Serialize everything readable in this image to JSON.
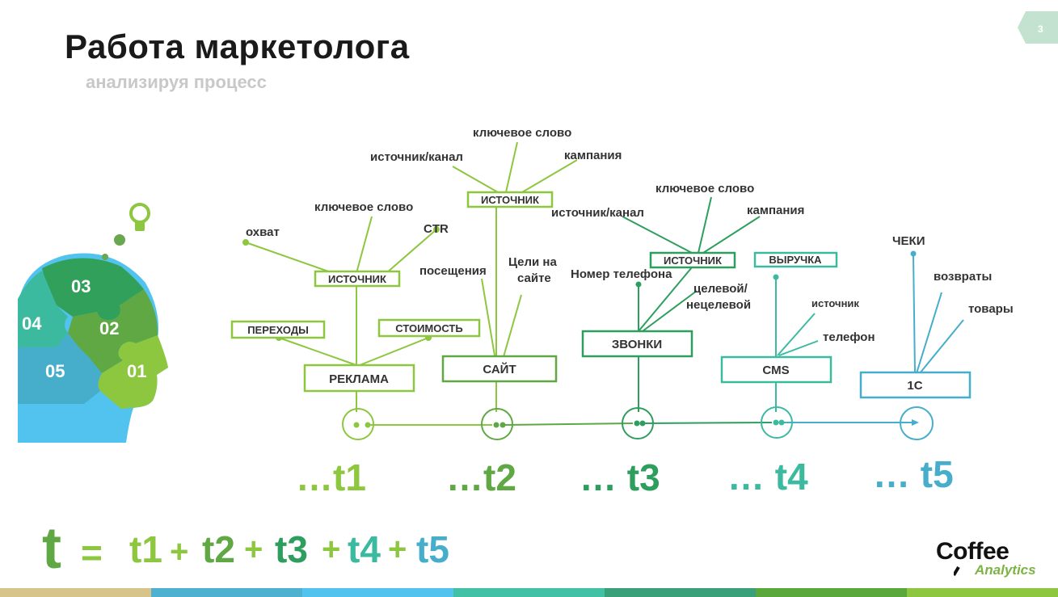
{
  "header": {
    "title": "Работа  маркетолога",
    "subtitle": "анализируя процесс",
    "page_number": "3"
  },
  "puzzle": {
    "pieces": [
      "03",
      "04",
      "02",
      "05",
      "01"
    ]
  },
  "stages": [
    {
      "name": "РЕКЛАМА",
      "time": "…t1",
      "color": "#8dc63f"
    },
    {
      "name": "САЙТ",
      "time": "…t2",
      "color": "#5fa843"
    },
    {
      "name": "ЗВОНКИ",
      "time": "… t3",
      "color": "#2e9e5e"
    },
    {
      "name": "CMS",
      "time": "… t4",
      "color": "#3cbaa0"
    },
    {
      "name": "1С",
      "time": "… t5",
      "color": "#46aecb"
    }
  ],
  "labels": {
    "okhvat": "охват",
    "klyuchevoe1": "ключевое слово",
    "ctr": "CTR",
    "istochnik1": "ИСТОЧНИК",
    "perekhody": "ПЕРЕХОДЫ",
    "stoimost": "СТОИМОСТЬ",
    "klyuchevoe2": "ключевое слово",
    "istochnik_kanal2": "источник/канал",
    "kampaniya2": "кампания",
    "istochnik2": "ИСТОЧНИК",
    "poseshcheniya": "посещения",
    "tseli_1": "Цели на",
    "tseli_2": "сайте",
    "klyuchevoe3": "ключевое слово",
    "istochnik_kanal3": "источник/канал",
    "kampaniya3": "кампания",
    "istochnik3": "ИСТОЧНИК",
    "vyruchka": "ВЫРУЧКА",
    "nomer_telefona": "Номер телефона",
    "tselevoy_1": "целевой/",
    "tselevoy_2": "нецелевой",
    "istochnik4": "источник",
    "telefon": "телефон",
    "cheki": "ЧЕКИ",
    "vozvraty": "возвраты",
    "tovary": "товары"
  },
  "formula": {
    "total": "t",
    "equals": "=",
    "terms": [
      "t1",
      "t2",
      "t3",
      "t4",
      "t5"
    ],
    "plus": "+"
  },
  "logo": {
    "word1": "Coffee",
    "word2": "Analytics"
  },
  "footer_colors": [
    "#d6c48a",
    "#4db1cf",
    "#52c2ee",
    "#43c1a5",
    "#3aa07a",
    "#5aa83b",
    "#8dc63f"
  ]
}
